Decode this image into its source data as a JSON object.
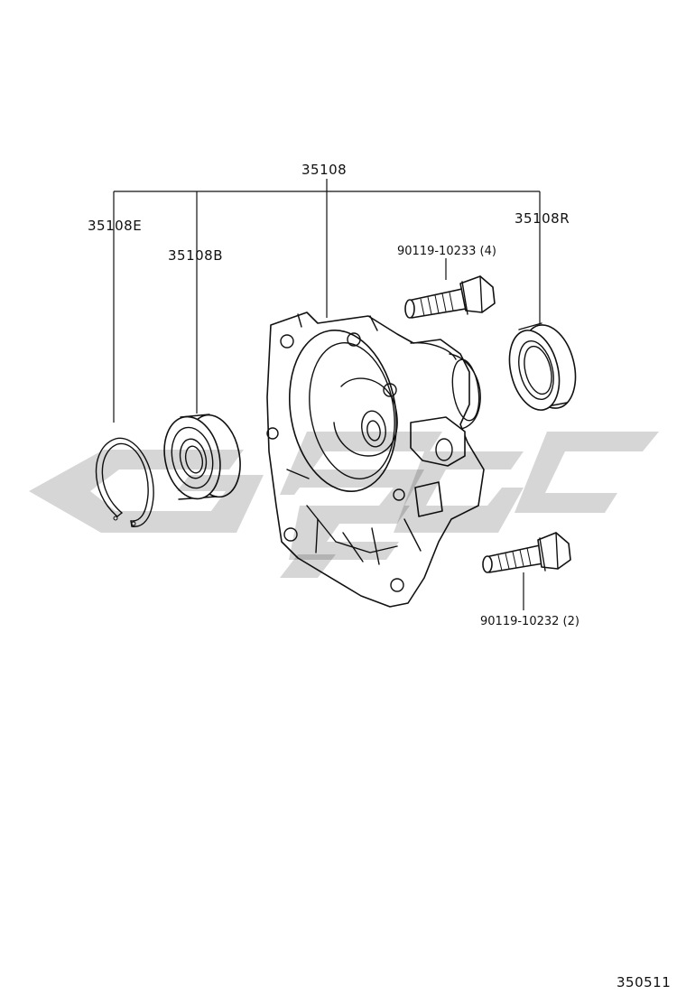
{
  "diagram": {
    "labels": {
      "assembly": "35108",
      "snap_ring": "35108E",
      "bearing": "35108B",
      "oil_seal": "35108R",
      "bolt_upper": "90119-10233 (4)",
      "bolt_lower": "90119-10232 (2)",
      "figure_code": "350511"
    }
  },
  "colors": {
    "line": "#111111",
    "watermark": "#d9d9d9"
  }
}
